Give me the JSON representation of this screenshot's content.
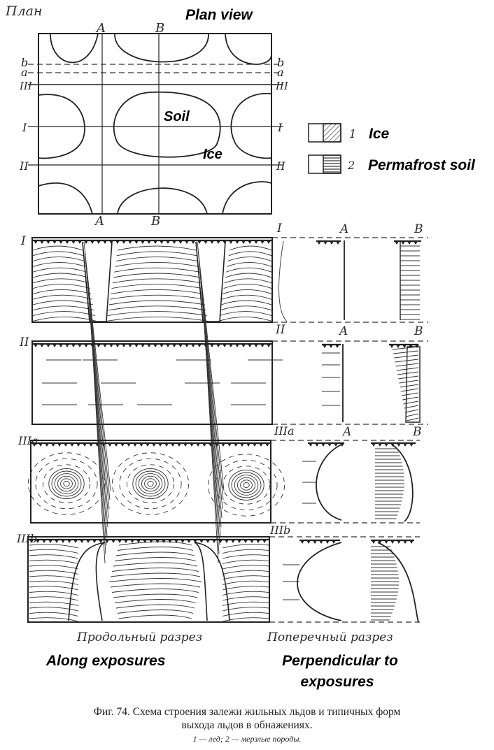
{
  "labels": {
    "plan_ru": "План",
    "plan_en": "Plan view",
    "soil": "Soil",
    "ice": "Ice",
    "col_a": "A",
    "col_b": "B",
    "row_b": "b",
    "row_a": "a",
    "row_iii": "III",
    "row_i": "I",
    "row_ii": "II",
    "sec_i": "I",
    "sec_ii": "II",
    "sec_iiia": "IIIa",
    "sec_iiib": "IIIb"
  },
  "legend": {
    "item1_num": "1",
    "item1_label": "Ice",
    "item2_num": "2",
    "item2_label": "Permafrost soil"
  },
  "captions": {
    "along_ru": "Продольный разрез",
    "perp_ru": "Поперечный разрез",
    "along_en": "Along exposures",
    "perp_en_line1": "Perpendicular to",
    "perp_en_line2": "exposures"
  },
  "figure": {
    "caption_line1": "Фиг. 74. Схема строения залежи жильных льдов и типичных форм",
    "caption_line2": "выхода льдов в обнажениях.",
    "caption_line3": "1 — лед; 2 — мерзлые породы."
  },
  "colors": {
    "ink": "#222222",
    "paper": "#ffffff"
  }
}
